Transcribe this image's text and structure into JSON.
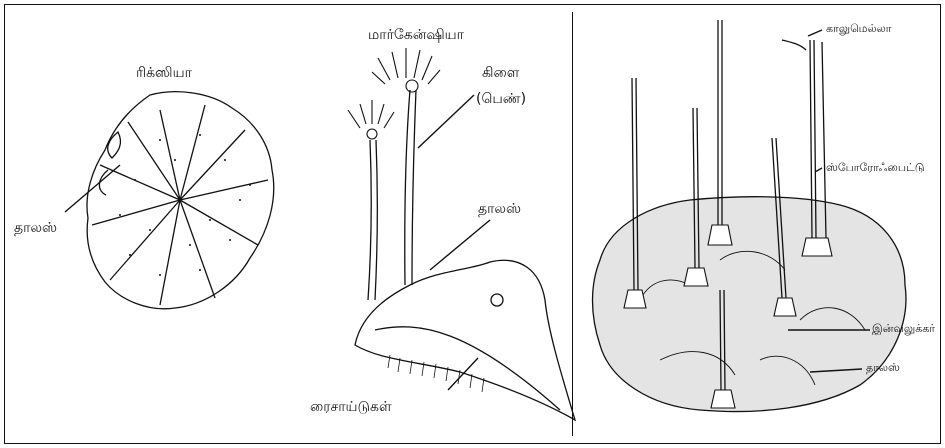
{
  "panels": {
    "left": {
      "labels": {
        "riccia": "ரிக்ஸியா",
        "thallus_riccia": "தாலஸ்",
        "marchantia": "மார்கேன்ஷியா",
        "branch": "கிளை",
        "female": "(பெண்)",
        "thallus_marchantia": "தாலஸ்",
        "rhizoids": "ரைசாய்டுகள்"
      }
    },
    "right": {
      "labels": {
        "calyptra": "காலுமெல்லா",
        "sporophyte": "ஸ்போரோஃபைட்டு",
        "involucre": "இன்வலுக்கர்",
        "thallus": "தாலஸ்"
      }
    }
  },
  "colors": {
    "ink": "#111111",
    "paper": "#ffffff",
    "stipple": "#9a9a9a"
  }
}
